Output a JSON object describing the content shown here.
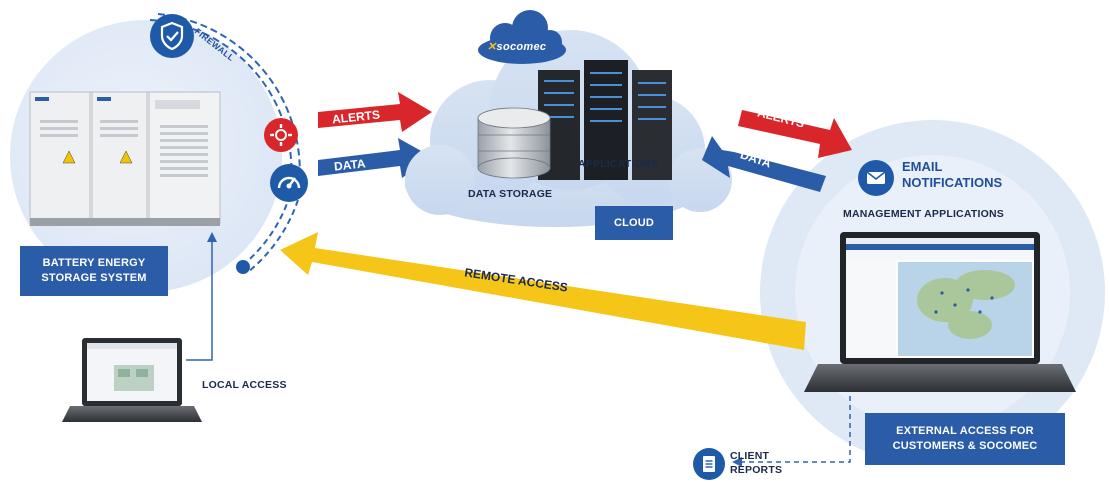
{
  "bess": {
    "label_line1": "BATTERY ENERGY",
    "label_line2": "STORAGE SYSTEM",
    "firewall": "FIREWALL"
  },
  "local_access": {
    "label": "LOCAL ACCESS"
  },
  "arrows": {
    "alerts_left": "ALERTS",
    "data_left": "DATA",
    "alerts_right": "ALERTS",
    "data_right": "DATA",
    "remote_access": "REMOTE ACCESS"
  },
  "cloud": {
    "brand": "socomec",
    "data_storage": "DATA STORAGE",
    "applications": "APPLICATIONS",
    "label": "CLOUD"
  },
  "customer": {
    "email_line1": "EMAIL",
    "email_line2": "NOTIFICATIONS",
    "management": "MANAGEMENT APPLICATIONS",
    "external_line1": "EXTERNAL ACCESS FOR",
    "external_line2": "CUSTOMERS & SOCOMEC",
    "reports_line1": "CLIENT",
    "reports_line2": "REPORTS"
  },
  "colors": {
    "brand_blue": "#2b5ca8",
    "alert_red": "#d8262b",
    "remote_yellow": "#f5c518",
    "icon_blue": "#1f5aa8"
  }
}
